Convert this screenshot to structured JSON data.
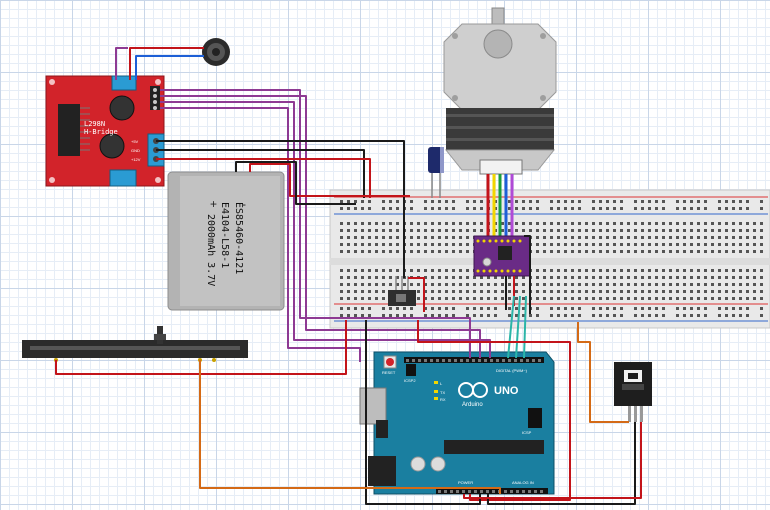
{
  "colors": {
    "grid": "#c9d6e8",
    "driver_board": "#d2232a",
    "arduino_board": "#1a7fa0",
    "battery_body": "#b3b3b3",
    "stepper_driver": "#6a2b86",
    "wire_purple": "#8e3a93",
    "wire_red": "#c3141a",
    "wire_black": "#1a1a1a",
    "wire_orange": "#d46a16",
    "wire_teal": "#2bb5a8"
  },
  "driver_module": {
    "title": "L298N",
    "subtitle": "H-Bridge",
    "pin_5v": "+5V",
    "pin_gnd": "GND",
    "pin_12v": "+12V"
  },
  "battery": {
    "minus": "-",
    "plus": "+",
    "line1": "ES85460-4121",
    "line2": "E4104-L58-1",
    "line3": "2000mAh 3.7V"
  },
  "arduino": {
    "reset": "RESET",
    "icsp": "ICSP",
    "icsp2": "ICSP2",
    "model": "UNO",
    "brand": "Arduino",
    "digital": "DIGITAL (PWM~)",
    "power": "POWER",
    "analog": "ANALOG IN",
    "led_tx": "TX",
    "led_rx": "RX",
    "led_l": "L"
  }
}
